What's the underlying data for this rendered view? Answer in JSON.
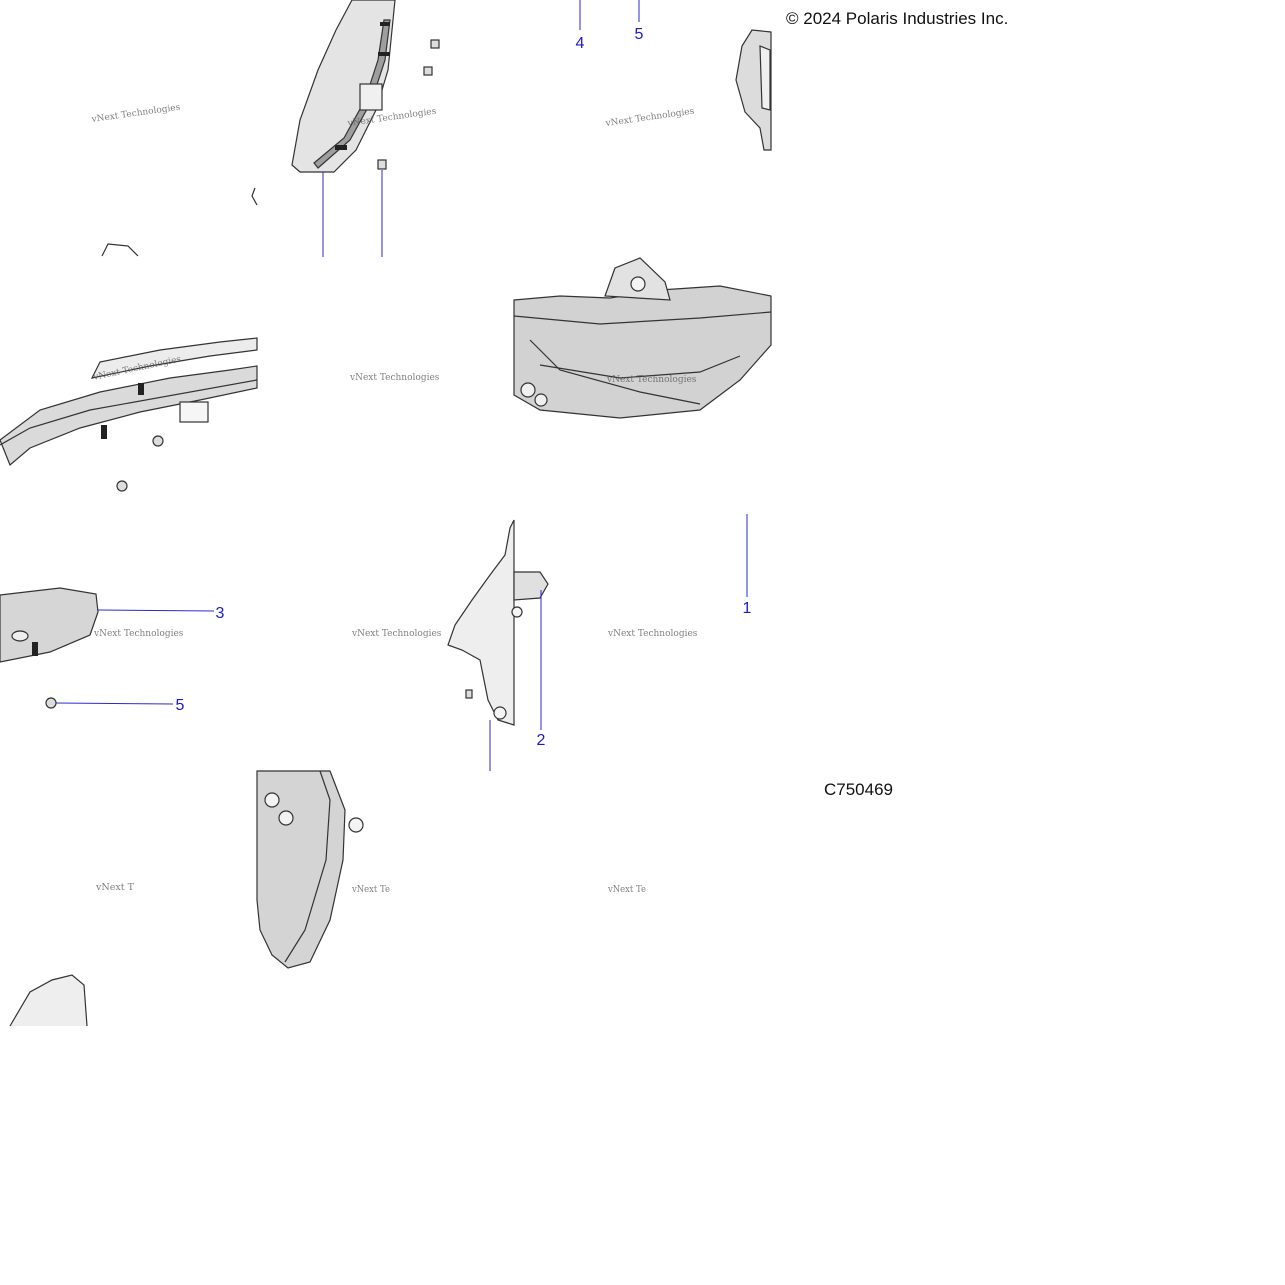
{
  "copyright": "© 2024 Polaris Industries Inc.",
  "diagram_id": "C750469",
  "watermark_text": "vNext Technologies",
  "callouts": {
    "c1": "1",
    "c2": "2",
    "c3": "3",
    "c4": "4",
    "c5_top": "5",
    "c5_bottom": "5"
  },
  "colors": {
    "callout": "#1a1acc",
    "part_fill": "#d9d9d9",
    "part_dark": "#a6a6a6",
    "outline": "#333333"
  }
}
